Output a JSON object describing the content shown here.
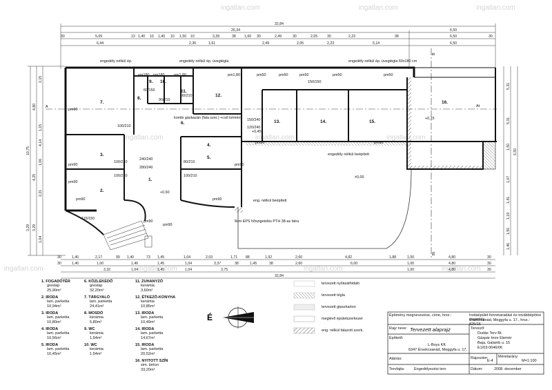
{
  "watermark": "ingatlan.com",
  "top_dims": {
    "overall": "32,84",
    "sub_left": "26,34",
    "sub_right": "6,50",
    "row1": [
      "30",
      "5,09",
      "13",
      "1,40",
      "10",
      "1,40",
      "10",
      "1,50",
      "10",
      "3,39",
      "38",
      "1,60",
      "30",
      "2,49",
      "30",
      "2,05",
      "30",
      "2,23",
      "38",
      "6,50",
      "30"
    ],
    "row2": [
      "6,44",
      "2,36",
      "1,61",
      "2,49",
      "2,05",
      "2,23",
      "5,14",
      "6,50"
    ]
  },
  "bottom_dims": {
    "row1": [
      "30",
      "1,40",
      "2,17",
      "99",
      "1,40",
      "73",
      "1,45",
      "1,04",
      "2,03",
      "1,71",
      "88",
      "1,92",
      "2,60",
      "4,82",
      "1,88",
      "1,00",
      "4,80",
      "30"
    ],
    "row2": [
      "30",
      "1,40",
      "1,00",
      "1,46",
      "1,45",
      "1,04",
      "3,37",
      "38",
      "1,45",
      "38",
      "2,60",
      "6,00",
      "1,00",
      "4,80",
      "30"
    ],
    "row3": [
      "3,32",
      "1,04",
      "1,45",
      "1,04",
      "3,75",
      "1,00",
      "4,80",
      "30"
    ],
    "overall": "32,84"
  },
  "left_dims": [
    "2,15",
    "4,80",
    "1,15",
    "10,75",
    "4,14",
    "1,06",
    "4,25",
    "2,21",
    "3,29",
    "3,29",
    "1,04"
  ],
  "right_dims": [
    "5,31",
    "5,31",
    "6,50",
    "1,50",
    "1,67",
    "1,41",
    "1,19",
    "1,50",
    "1,46"
  ],
  "plan_labels": {
    "room_numbers": [
      "1.",
      "2.",
      "3.",
      "4.",
      "5.",
      "6.",
      "7.",
      "8.",
      "9.",
      "10.",
      "11.",
      "12.",
      "13.",
      "14.",
      "15.",
      "16."
    ],
    "notes": [
      "engedély nélkül ép.",
      "engedély nélkül ép. üvegtégla",
      "engedély nélkül ép. üvegtégla 60x180 cm",
      "kombi gázkazán (fala szer.) +cső kémény",
      "engedély nélkül beépített",
      "eng. nélkül beépített",
      "8cm EPS hőszigetelés PTH 38-as falra",
      "A",
      "At",
      "B",
      "Bt",
      "+0,60",
      "+0,45",
      "+0,15",
      "±0,00"
    ],
    "openings": [
      "pm90",
      "pm90",
      "pm90",
      "pm90",
      "pm90",
      "pm90",
      "pm90",
      "pm90",
      "pm90",
      "pm90",
      "pm50",
      "pm50",
      "pm50",
      "pm50",
      "pm50",
      "pm180",
      "pm180",
      "pm1,80",
      "pm1,80",
      "100/210",
      "100/210",
      "100/210",
      "100/210",
      "90/210",
      "90/210",
      "80/210",
      "150/150",
      "115/150",
      "60/150",
      "150/240",
      "120/240",
      "240/240",
      "280/240"
    ]
  },
  "rooms_col1": [
    {
      "title": "1. FOGADÓTÉR",
      "mat": "greslap",
      "area": "25,90m²"
    },
    {
      "title": "2. IRODA",
      "mat": "lam. parketta",
      "area": "10,94m²"
    },
    {
      "title": "3. IRODA",
      "mat": "lam. parketta",
      "area": "10,80m²"
    },
    {
      "title": "4. IRODA",
      "mat": "lam. parketta",
      "area": "10,56m²"
    },
    {
      "title": "5. IRODA",
      "mat": "lam. parketta",
      "area": "10,45m²"
    }
  ],
  "rooms_col2": [
    {
      "title": "6. KÖZLEKEDŐ",
      "mat": "greslap",
      "area": "32,20m²"
    },
    {
      "title": "7. TÁRGYALÓ",
      "mat": "lam. parketta",
      "area": "24,41m²"
    },
    {
      "title": "8. MOSDÓ",
      "mat": "kerámia",
      "area": "5,80m²"
    },
    {
      "title": "9. WC",
      "mat": "kerámia",
      "area": "1,54m²"
    },
    {
      "title": "10. WC",
      "mat": "kerámia",
      "area": "1,54m²"
    }
  ],
  "rooms_col3": [
    {
      "title": "11. ZUHANYZÓ",
      "mat": "kerámia",
      "area": "3,60m²"
    },
    {
      "title": "12. ÉTKEZŐ-KONYHA",
      "mat": "kerámia",
      "area": "10,85m²"
    },
    {
      "title": "13. IRODA",
      "mat": "lam. parketta",
      "area": "10,49m²"
    },
    {
      "title": "14. IRODA",
      "mat": "lam. parketta",
      "area": "14,67m²"
    },
    {
      "title": "15. IRODA",
      "mat": "lam. parketta",
      "area": "20,52m²"
    },
    {
      "title": "16. NYITOTT SZÍN",
      "mat": "sim. beton",
      "area": "33,20m²"
    }
  ],
  "materials": [
    "tervezett nyílásáthidaló",
    "tervezett tégla",
    "tervezett gipszkarton",
    "meglévő épületszerkezet",
    "eng. nélkül falazott szerk."
  ],
  "north": "É",
  "title_block": {
    "project_label": "Építmény megnevezése, címe, hrsz.:",
    "project_value_1": "Irodaépület fennmaradási és továbbépítési engedély",
    "project_value_2": "Érsekcsanád, Meggyfa u. 17., hrsz.: 825/16",
    "drawing_label": "Rajz neve:",
    "drawing_value": "Tervezett alaprajz",
    "designer_label": "Tervező:",
    "designer_value": [
      "Dudás Terv Bt.",
      "Gáspár Imre Elemér",
      "Baja, Galamb u. 15",
      "E1/03-0046/06"
    ],
    "owner_label": "Építtető:",
    "owner_value": [
      "L-Boys Kft.",
      "6347 Érsekcsanád, Meggyfa u. 17."
    ],
    "sign_label": "Aláírás:",
    "sheet_label": "Rajzszám:",
    "sheet_value": "E-4",
    "scale_label": "Méretarány:",
    "scale_value": "M=1:100",
    "phase_label": "Tervfajta:",
    "phase_value": "Engedélyezési terv",
    "date_label": "Dátum:",
    "date_value": "2008. december"
  }
}
